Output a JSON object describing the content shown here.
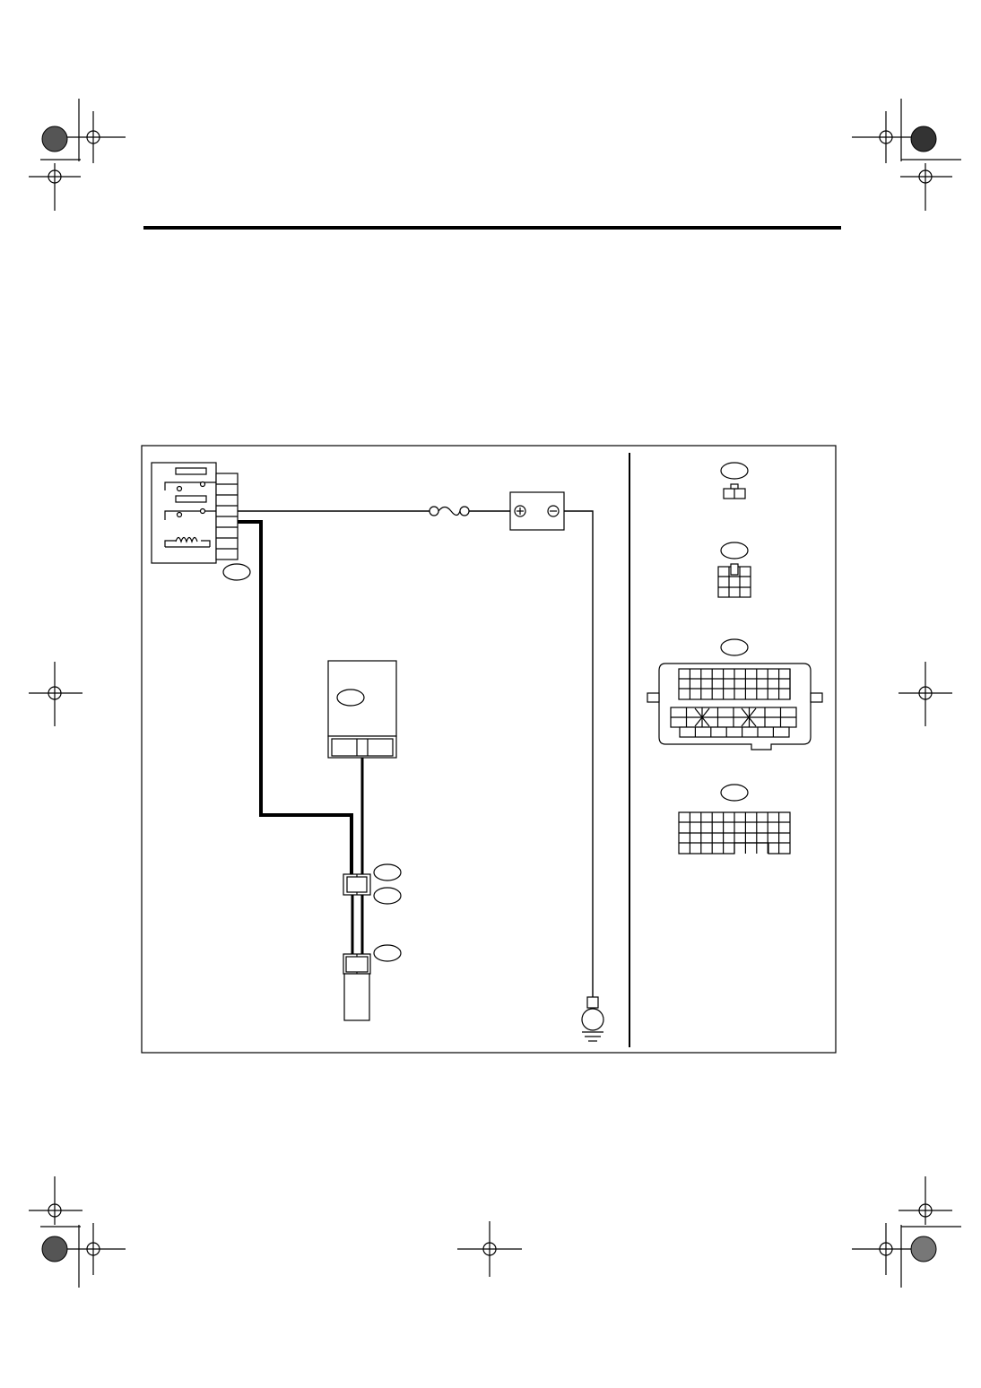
{
  "page": {
    "header_rule_color": "#000000",
    "registration_mark_color": "#000000",
    "fill_mark_color": "#555555"
  },
  "diagram": {
    "line_color": "#000000",
    "background_color": "#ffffff",
    "components": [
      {
        "id": "relay-unit",
        "kind": "relay-block",
        "label": ""
      },
      {
        "id": "fuse",
        "kind": "fuse",
        "label": ""
      },
      {
        "id": "battery",
        "kind": "battery",
        "label": ""
      },
      {
        "id": "control-module",
        "kind": "module",
        "label": ""
      },
      {
        "id": "inline-connector",
        "kind": "connector",
        "label": ""
      },
      {
        "id": "sensor",
        "kind": "sensor",
        "label": ""
      },
      {
        "id": "ground",
        "kind": "ground",
        "label": ""
      }
    ],
    "connector_panel": {
      "views": [
        {
          "id": "two-pin-connector",
          "label": ""
        },
        {
          "id": "six-pin-connector",
          "label": ""
        },
        {
          "id": "ecm-connector",
          "label": ""
        },
        {
          "id": "multi-pin-connector",
          "label": ""
        }
      ]
    }
  }
}
